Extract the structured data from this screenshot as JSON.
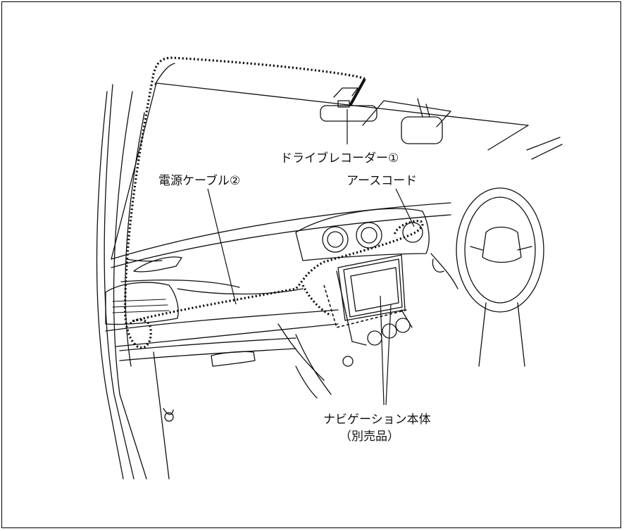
{
  "labels": {
    "recorder": "ドライブレコーダー①",
    "power_cable": "電源ケーブル②",
    "ground_cord": "アースコード",
    "navigation_unit": "ナビゲーション本体",
    "sold_separately": "（別売品）"
  }
}
